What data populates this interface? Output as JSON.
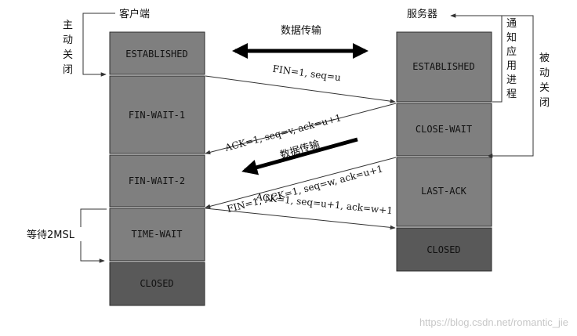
{
  "headers": {
    "client": "客户端",
    "server": "服务器"
  },
  "side_labels": {
    "active_close": [
      "主",
      "动",
      "关",
      "闭"
    ],
    "notify_app": [
      "通",
      "知",
      "应",
      "用",
      "进",
      "程"
    ],
    "passive_close": [
      "被",
      "动",
      "关",
      "闭"
    ],
    "wait_2msl": "等待2MSL"
  },
  "data_transfer_top": "数据传输",
  "data_transfer_mid": "数据传输",
  "client_states": [
    "ESTABLISHED",
    "FIN-WAIT-1",
    "FIN-WAIT-2",
    "TIME-WAIT",
    "CLOSED"
  ],
  "server_states": [
    "ESTABLISHED",
    "CLOSE-WAIT",
    "LAST-ACK",
    "CLOSED"
  ],
  "messages": {
    "fin1": "FIN=1,  seq=u",
    "ack1": "ACK=1, seq=v, ack=u+1",
    "fin2": "FIN=1,  ACK=1,  seq=w, ack=u+1",
    "ack2": "ACK=1, seq=u+1, ack=w+1"
  },
  "watermark": "https://blog.csdn.net/romantic_jie",
  "colors": {
    "state_fill": "#7f7f7f",
    "closed_fill": "#595959",
    "line": "#333333",
    "arrow_bold": "#000000"
  }
}
